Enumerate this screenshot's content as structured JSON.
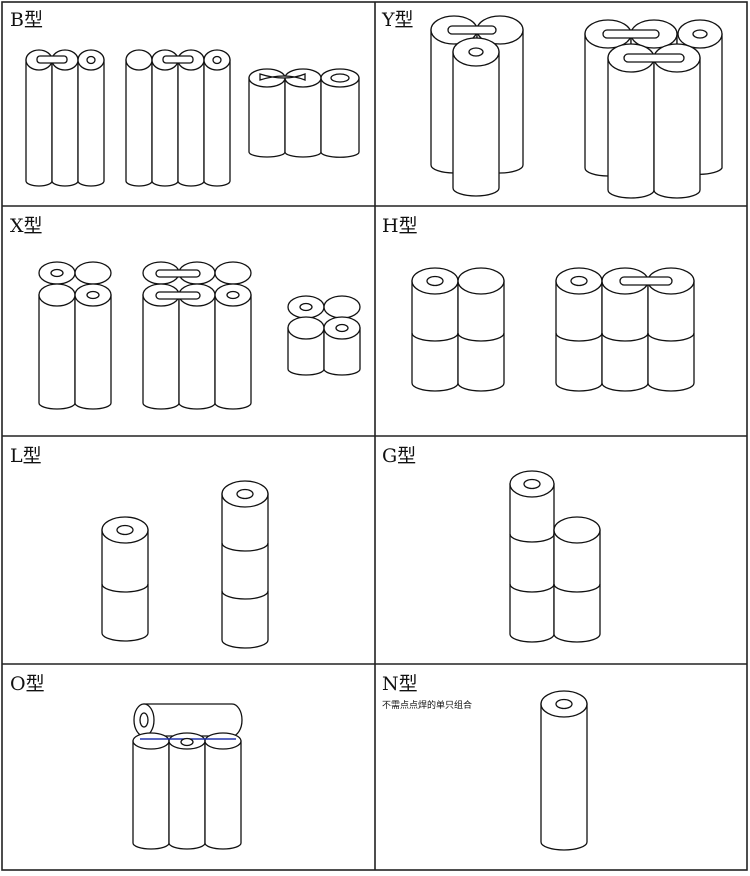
{
  "cells": [
    {
      "label": "B型"
    },
    {
      "label": "Y型"
    },
    {
      "label": "X型"
    },
    {
      "label": "H型"
    },
    {
      "label": "L型"
    },
    {
      "label": "G型"
    },
    {
      "label": "O型"
    },
    {
      "label": "N型",
      "note": "不需点点焊的单只组合"
    }
  ],
  "colors": {
    "line": "#111111",
    "strap_blue": "#2233aa"
  }
}
